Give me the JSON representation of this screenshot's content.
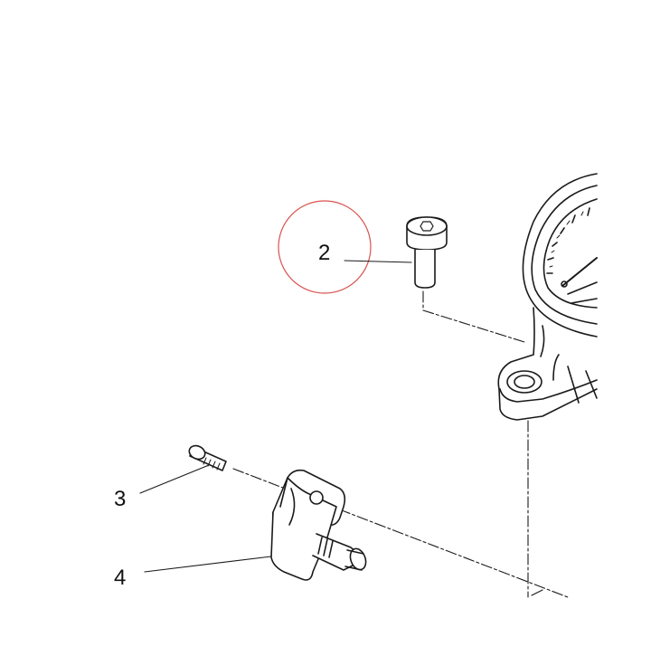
{
  "callouts": {
    "item_2": "2",
    "item_3": "3",
    "item_4": "4"
  },
  "colors": {
    "line": "#1a1a1a",
    "highlight_circle": "#d9534f",
    "background": "#ffffff"
  }
}
